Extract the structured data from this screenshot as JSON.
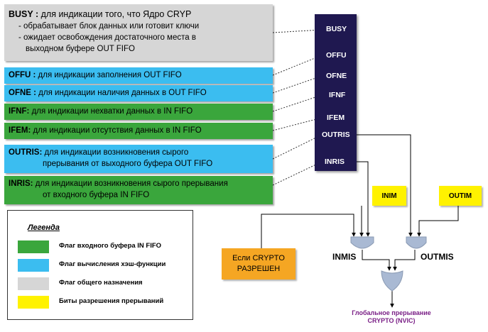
{
  "colors": {
    "in_fifo": "#3aa63c",
    "hash": "#3bbdf0",
    "general": "#d6d6d6",
    "enable": "#fff200",
    "enable_box": "#f5a623",
    "register": "#1f1850",
    "gate": "#a9b9d3",
    "global_text": "#7a1f86"
  },
  "descriptions": {
    "busy": {
      "name": "BUSY :",
      "text": " для индикации того, что Ядро CRYP",
      "line2": "- обрабатывает  блок данных или готовит ключи",
      "line3": "- ожидает освобождения достаточного места в",
      "line4": "выходном буфере OUT FIFO"
    },
    "offu": {
      "name": "OFFU :",
      "text": " для индикации заполнения OUT FIFO"
    },
    "ofne": {
      "name": "OFNE :",
      "text": " для индикации наличия данных в OUT FIFO"
    },
    "ifnf": {
      "name": "IFNF:",
      "text": " для индикации нехватки данных в IN FIFO"
    },
    "ifem": {
      "name": "IFEM:",
      "text": " для индикации отсутствия данных в IN FIFO"
    },
    "outris": {
      "name": "OUTRIS:",
      "text": " для индикации возникновения сырого",
      "line2": "прерывания  от выходного буфера  OUT FIFO"
    },
    "inris": {
      "name": "INRIS:",
      "text": " для индикации возникновения сырого прерывания",
      "line2": "от входного буфера  IN FIFO"
    }
  },
  "register_bits": [
    "BUSY",
    "OFFU",
    "OFNE",
    "IFNF",
    "IFEM",
    "OUTRIS",
    "INRIS"
  ],
  "controls": {
    "inim": "INIM",
    "outim": "OUTIM"
  },
  "gates": {
    "inmis": "INMIS",
    "outmis": "OUTMIS"
  },
  "enable": {
    "line1": "Если CRYPTO",
    "line2": "РАЗРЕШЕН"
  },
  "global": {
    "line1": "Глобальное прерывание",
    "line2": "CRYPTO (NVIC)"
  },
  "legend": {
    "title": "Легенда",
    "items": [
      {
        "label": "Флаг входного буфера IN FIFO",
        "color": "#3aa63c"
      },
      {
        "label": "Флаг вычисления хэш-функции",
        "color": "#3bbdf0"
      },
      {
        "label": "Флаг общего назначения",
        "color": "#d6d6d6"
      },
      {
        "label": "Биты разрешения прерываний",
        "color": "#fff200"
      }
    ]
  }
}
